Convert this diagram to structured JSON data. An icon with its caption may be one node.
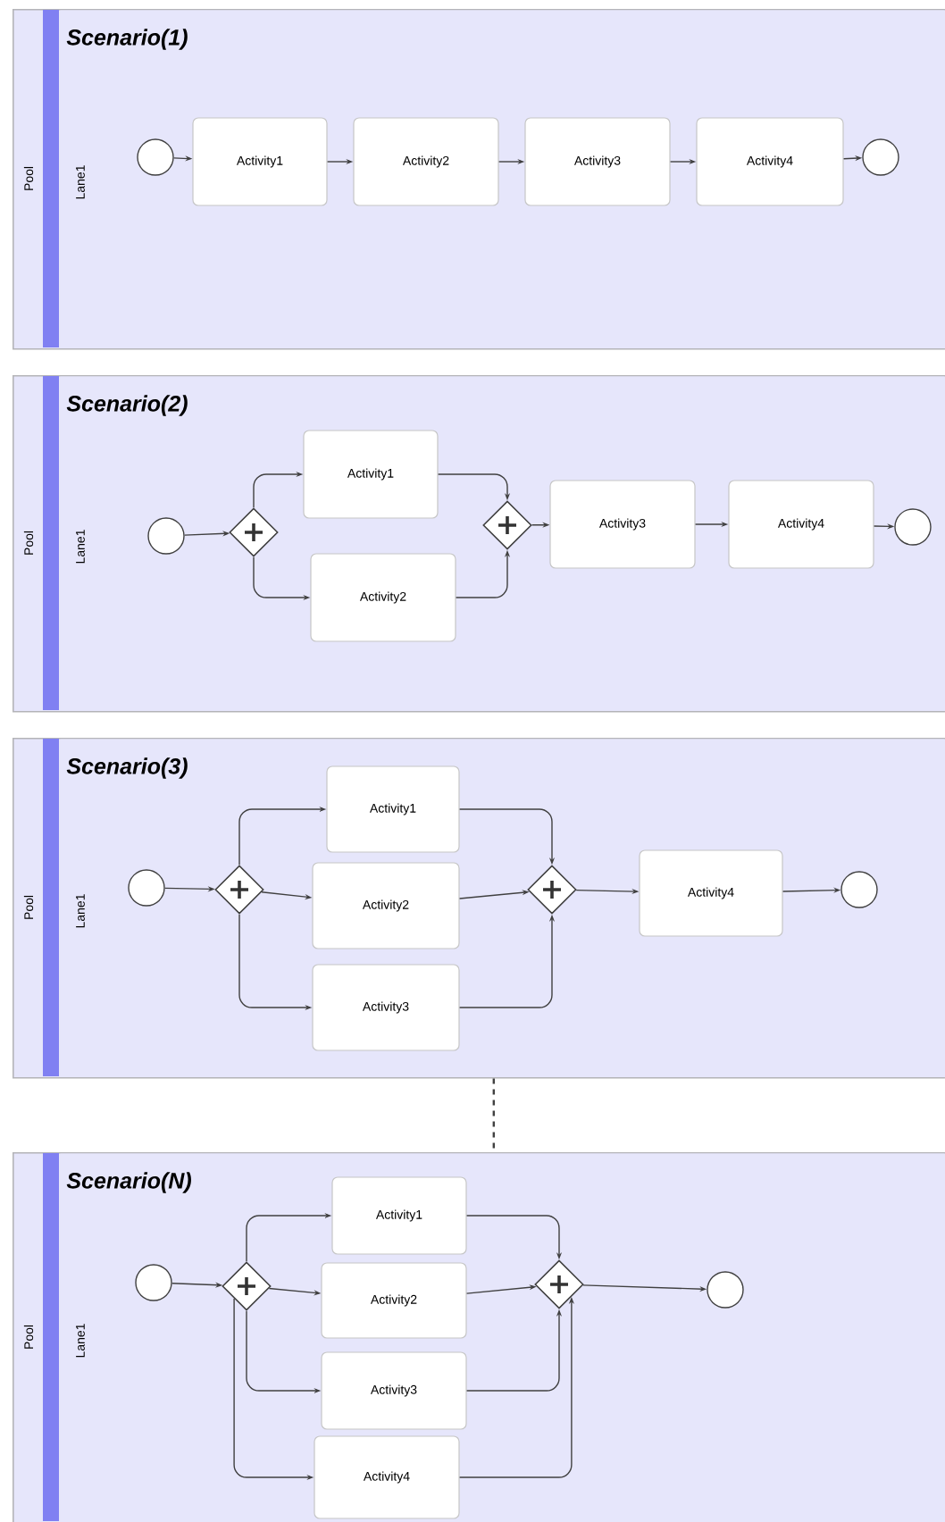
{
  "diagram": {
    "nodes": [
      {
        "text": [
          "Pool"
        ]
      },
      {
        "text": [
          "Scenario(1)",
          "Lane1"
        ],
        "in": 0
      },
      {
        "text": [],
        "shape": "circle",
        "in": 1
      },
      {
        "text": [
          "Activity1"
        ],
        "in": 1
      },
      {
        "text": [
          "Activity2"
        ],
        "in": 1
      },
      {
        "text": [
          "Activity3"
        ],
        "in": 1
      },
      {
        "text": [
          "Activity4"
        ],
        "in": 1
      },
      {
        "text": [],
        "shape": "circle",
        "in": 1
      },
      {
        "text": [
          "Pool"
        ]
      },
      {
        "text": [
          "Scenario(2)",
          "Lane1"
        ],
        "in": 8
      },
      {
        "text": [],
        "shape": "circle",
        "in": 9
      },
      {
        "text": [],
        "shape": "diamond",
        "in": 9
      },
      {
        "text": [
          "Activity1"
        ],
        "in": 9
      },
      {
        "text": [
          "Activity2"
        ],
        "in": 9
      },
      {
        "text": [],
        "shape": "diamond",
        "in": 9
      },
      {
        "text": [
          "Activity3"
        ],
        "in": 9
      },
      {
        "text": [
          "Activity4"
        ],
        "in": 9
      },
      {
        "text": [],
        "shape": "circle",
        "in": 9
      },
      {
        "text": [
          "Pool"
        ]
      },
      {
        "text": [
          "Scenario(3)",
          "Lane1"
        ],
        "in": 18
      },
      {
        "text": [],
        "shape": "circle",
        "in": 19
      },
      {
        "text": [],
        "shape": "diamond",
        "in": 19
      },
      {
        "text": [
          "Activity1"
        ],
        "in": 19
      },
      {
        "text": [
          "Activity2"
        ],
        "in": 19
      },
      {
        "text": [
          "Activity3"
        ],
        "in": 19
      },
      {
        "text": [],
        "shape": "diamond",
        "in": 19
      },
      {
        "text": [
          "Activity4"
        ],
        "in": 19
      },
      {
        "text": [],
        "shape": "circle",
        "in": 19
      },
      {
        "text": [
          "Pool"
        ]
      },
      {
        "text": [
          "Scenario(N)",
          "Lane1"
        ],
        "in": 28
      },
      {
        "text": [],
        "shape": "circle",
        "in": 29
      },
      {
        "text": [],
        "shape": "diamond",
        "in": 29
      },
      {
        "text": [
          "Activity1"
        ],
        "in": 29
      },
      {
        "text": [
          "Activity2"
        ],
        "in": 29
      },
      {
        "text": [
          "Activity3"
        ],
        "in": 29
      },
      {
        "text": [
          "Activity4"
        ],
        "in": 29
      },
      {
        "text": [],
        "shape": "diamond",
        "in": 29
      },
      {
        "text": [],
        "shape": "circle",
        "in": 29
      }
    ],
    "edges": [
      {
        "from": 2,
        "to": 3,
        "arrow": "to"
      },
      {
        "from": 3,
        "to": 4,
        "arrow": "to"
      },
      {
        "from": 4,
        "to": 5,
        "arrow": "to"
      },
      {
        "from": 5,
        "to": 6,
        "arrow": "to"
      },
      {
        "from": 6,
        "to": 7,
        "arrow": "to"
      },
      {
        "from": 10,
        "to": 11,
        "arrow": "to"
      },
      {
        "from": 11,
        "to": 12,
        "arrow": "to"
      },
      {
        "from": 11,
        "to": 13,
        "arrow": "to"
      },
      {
        "from": 12,
        "to": 14,
        "arrow": "to"
      },
      {
        "from": 13,
        "to": 14,
        "arrow": "to"
      },
      {
        "from": 14,
        "to": 15,
        "arrow": "to"
      },
      {
        "from": 15,
        "to": 16,
        "arrow": "to"
      },
      {
        "from": 16,
        "to": 17,
        "arrow": "to"
      },
      {
        "from": 20,
        "to": 21,
        "arrow": "to"
      },
      {
        "from": 21,
        "to": 22,
        "arrow": "to"
      },
      {
        "from": 21,
        "to": 23,
        "arrow": "to"
      },
      {
        "from": 21,
        "to": 24,
        "arrow": "to"
      },
      {
        "from": 22,
        "to": 25,
        "arrow": "to"
      },
      {
        "from": 23,
        "to": 25,
        "arrow": "to"
      },
      {
        "from": 24,
        "to": 25,
        "arrow": "to"
      },
      {
        "from": 25,
        "to": 26,
        "arrow": "to"
      },
      {
        "from": 26,
        "to": 27,
        "arrow": "to"
      },
      {
        "from": 30,
        "to": 31,
        "arrow": "to"
      },
      {
        "from": 31,
        "to": 32,
        "arrow": "to"
      },
      {
        "from": 31,
        "to": 33,
        "arrow": "to"
      },
      {
        "from": 31,
        "to": 34,
        "arrow": "to"
      },
      {
        "from": 31,
        "to": 35,
        "arrow": "to"
      },
      {
        "from": 32,
        "to": 36,
        "arrow": "to"
      },
      {
        "from": 33,
        "to": 36,
        "arrow": "to"
      },
      {
        "from": 34,
        "to": 36,
        "arrow": "to"
      },
      {
        "from": 35,
        "to": 36,
        "arrow": "to"
      },
      {
        "from": 36,
        "to": 37,
        "arrow": "to"
      },
      {
        "from": 18,
        "to": 28,
        "arrow": "none",
        "style": "dashed"
      }
    ]
  }
}
